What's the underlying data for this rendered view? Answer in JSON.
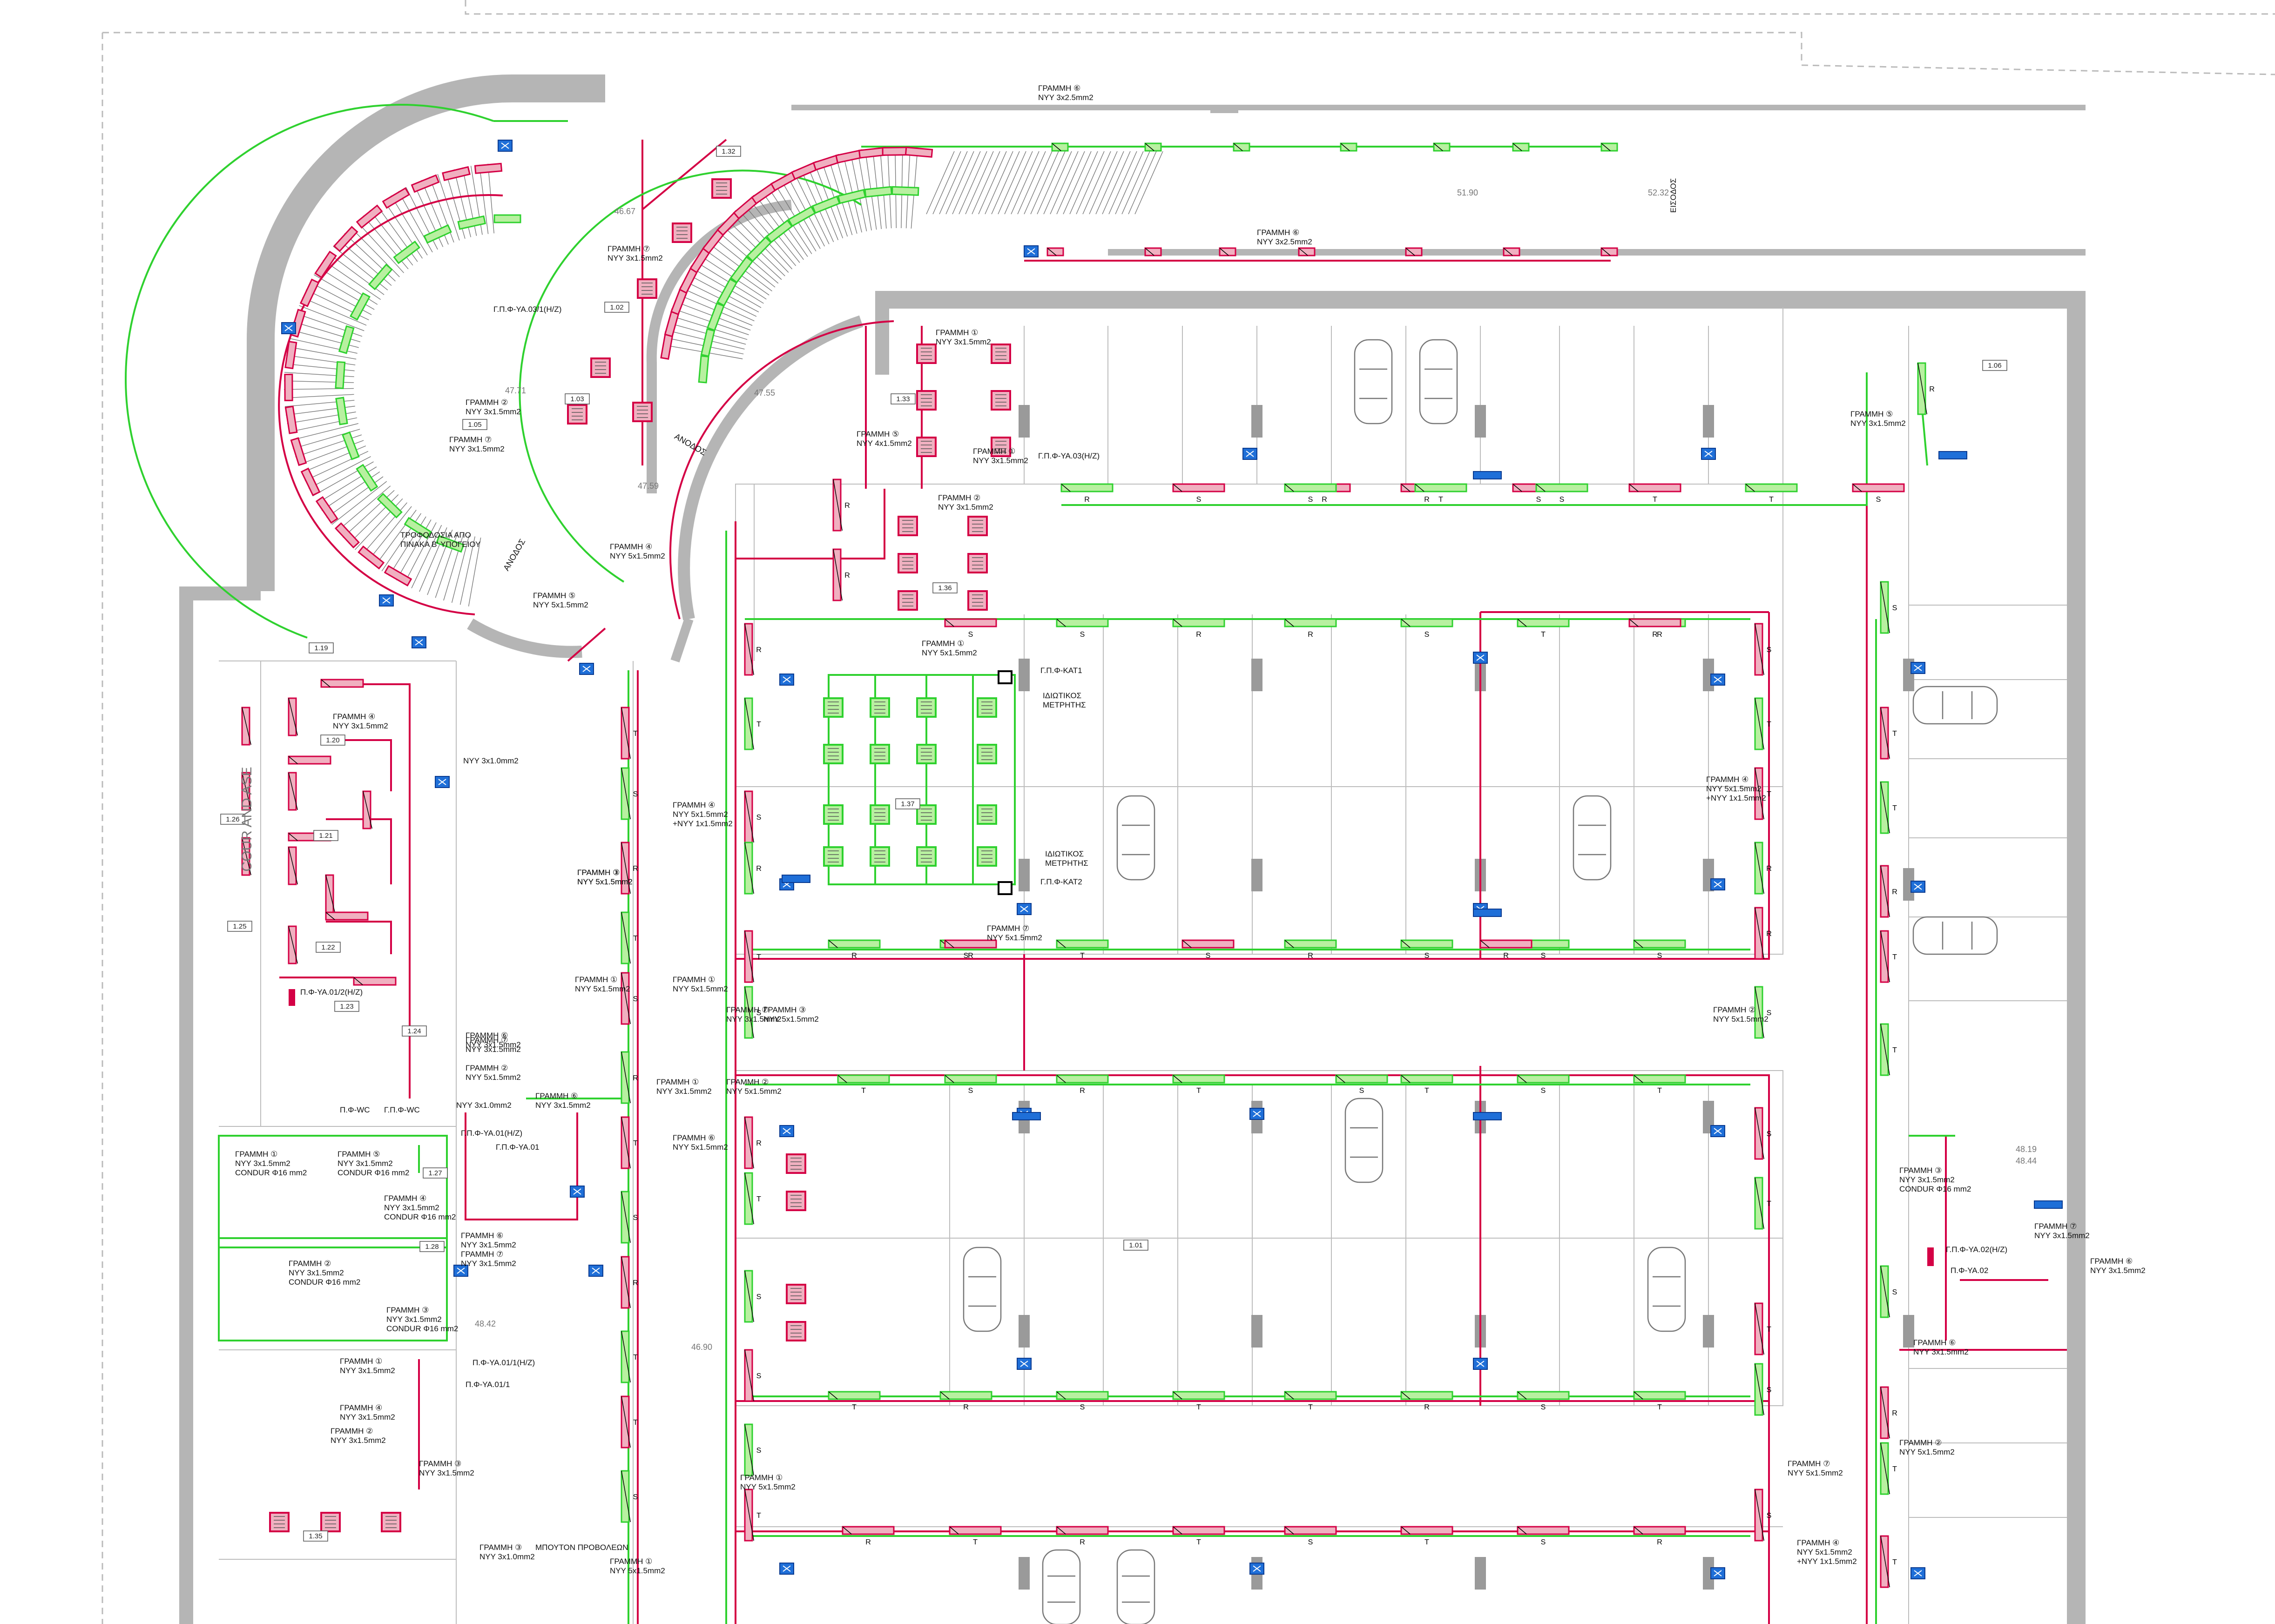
{
  "colors": {
    "wall": "#a9a9a9",
    "circuit_red": "#d40045",
    "circuit_green": "#2fd12f",
    "fixture_red_fill": "#f0b0c0",
    "fixture_green_fill": "#b8f0a0",
    "detector_blue": "#1f6fd8",
    "line_gray": "#9a9a9a"
  },
  "labels": {
    "entrance": "ΕΙΣΟΔΟΣ",
    "ramp_up": "ΑΝΟΔΟΣ",
    "ramp_up_2": "ΑΝΟΔΟΣ",
    "feed_note_1": "ΤΡΟΦΟΔΟΣΙΑ ΑΠΟ",
    "feed_note_2": "ΠΙΝΑΚΑ Β' ΥΠΟΓΕΙΟΥ",
    "meter_1a": "ΙΔΙΩΤΙΚΟΣ",
    "meter_1b": "ΜΕΤΡΗΤΗΣ",
    "meter_2a": "ΙΔΙΩΤΙΚΟΣ",
    "meter_2b": "ΜΕΤΡΗΤΗΣ",
    "button": "ΜΠΟΥΤΟΝ ΠΡΟΒΟΛΕΩΝ",
    "corridor": "COUR AND ASE"
  },
  "panels": [
    {
      "id": "p1",
      "text": "Γ.Π.Φ-ΥΑ.03/1(Η/Ζ)"
    },
    {
      "id": "p2",
      "text": "Γ.Π.Φ-ΥΑ.03(Η/Ζ)"
    },
    {
      "id": "p3",
      "text": "Γ.Π.Φ-ΚΑΤ1"
    },
    {
      "id": "p4",
      "text": "Γ.Π.Φ-ΚΑΤ2"
    },
    {
      "id": "p5",
      "text": "Π.Φ-ΥΑ.01/2(Η/Ζ)"
    },
    {
      "id": "p6",
      "text": "Π.Φ-WC"
    },
    {
      "id": "p7",
      "text": "Γ.Π.Φ-WC"
    },
    {
      "id": "p8",
      "text": "Γ.Π.Φ-ΥΑ.01(Η/Ζ)"
    },
    {
      "id": "p9",
      "text": "Γ.Π.Φ-ΥΑ.01"
    },
    {
      "id": "p10",
      "text": "Π.Φ-ΥΑ.01/1(Η/Ζ)"
    },
    {
      "id": "p11",
      "text": "Π.Φ-ΥΑ.01/1"
    },
    {
      "id": "p12",
      "text": "Γ.Π.Φ-ΥΑ.02(Η/Ζ)"
    },
    {
      "id": "p13",
      "text": "Π.Φ-ΥΑ.02"
    }
  ],
  "circuits": [
    {
      "id": "c1",
      "line": "ΓΡΑΜΜΗ ⑥",
      "cable": "NYY 3x2.5mm2"
    },
    {
      "id": "c2",
      "line": "ΓΡΑΜΜΗ ⑥",
      "cable": "NYY 3x2.5mm2"
    },
    {
      "id": "c3",
      "line": "ΓΡΑΜΜΗ ⑦",
      "cable": "NYY 3x1.5mm2"
    },
    {
      "id": "c4",
      "line": "ΓΡΑΜΜΗ ②",
      "cable": "NYY 3x1.5mm2"
    },
    {
      "id": "c5",
      "line": "ΓΡΑΜΜΗ ⑦",
      "cable": "NYY 3x1.5mm2"
    },
    {
      "id": "c6",
      "line": "ΓΡΑΜΜΗ ④",
      "cable": "NYY 5x1.5mm2"
    },
    {
      "id": "c7",
      "line": "ΓΡΑΜΜΗ ⑤",
      "cable": "NYY 5x1.5mm2"
    },
    {
      "id": "c8",
      "line": "ΓΡΑΜΜΗ ①",
      "cable": "NYY 3x1.5mm2"
    },
    {
      "id": "c9",
      "line": "ΓΡΑΜΜΗ ⑤",
      "cable": "NYY 4x1.5mm2"
    },
    {
      "id": "c10",
      "line": "ΓΡΑΜΜΗ ①",
      "cable": "NYY 3x1.5mm2"
    },
    {
      "id": "c11",
      "line": "ΓΡΑΜΜΗ ②",
      "cable": "NYY 3x1.5mm2"
    },
    {
      "id": "c12",
      "line": "ΓΡΑΜΜΗ ①",
      "cable": "NYY 5x1.5mm2"
    },
    {
      "id": "c13",
      "line": "ΓΡΑΜΜΗ ⑤",
      "cable": "NYY 3x1.5mm2"
    },
    {
      "id": "c14",
      "line": "ΓΡΑΜΜΗ ④",
      "cable": "NYY 3x1.5mm2"
    },
    {
      "id": "c15",
      "line": "",
      "cable": "NYY 3x1.0mm2"
    },
    {
      "id": "c16",
      "line": "ΓΡΑΜΜΗ ④",
      "cable": "NYY 5x1.5mm2",
      "cable2": "+NYY 1x1.5mm2"
    },
    {
      "id": "c17",
      "line": "ΓΡΑΜΜΗ ④",
      "cable": "NYY 5x1.5mm2",
      "cable2": "+NYY 1x1.5mm2"
    },
    {
      "id": "c18",
      "line": "ΓΡΑΜΜΗ ①",
      "cable": "NYY 5x1.5mm2"
    },
    {
      "id": "c19",
      "line": "ΓΡΑΜΜΗ ①",
      "cable": "NYY 5x1.5mm2"
    },
    {
      "id": "c20",
      "line": "ΓΡΑΜΜΗ ②",
      "cable": "NYY 5x1.5mm2"
    },
    {
      "id": "c21",
      "line": "ΓΡΑΜΜΗ ⑦",
      "cable": "NYY 3x1.5mm2"
    },
    {
      "id": "c22",
      "line": "ΓΡΑΜΜΗ ①",
      "cable": "NYY 3x1.5mm2"
    },
    {
      "id": "c23",
      "line": "ΓΡΑΜΜΗ ⑥",
      "cable": "NYY 5x1.5mm2"
    },
    {
      "id": "c24",
      "line": "ΓΡΑΜΜΗ ②",
      "cable": "NYY 5x1.5mm2"
    },
    {
      "id": "c25",
      "line": "ΓΡΑΜΜΗ ①",
      "cable": "NYY 5x1.5mm2"
    },
    {
      "id": "c26",
      "line": "ΓΡΑΜΜΗ ③",
      "cable": "NYY 5x1.5mm2"
    },
    {
      "id": "c27",
      "line": "ΓΡΑΜΜΗ ③",
      "cable": "NYY 5x1.5mm2"
    },
    {
      "id": "c28",
      "line": "ΓΡΑΜΜΗ ⑥",
      "cable": "NYY 3x1.5mm2"
    },
    {
      "id": "c29",
      "line": "ΓΡΑΜΜΗ ⑦",
      "cable": "NYY 3x1.5mm2"
    },
    {
      "id": "c30",
      "line": "ΓΡΑΜΜΗ ②",
      "cable": "NYY 5x1.5mm2"
    },
    {
      "id": "c31",
      "line": "ΓΡΑΜΜΗ ⑦",
      "cable": "NYY 5x1.5mm2"
    },
    {
      "id": "c32",
      "line": "",
      "cable": "NYY 3x1.0mm2"
    },
    {
      "id": "c33",
      "line": "ΓΡΑΜΜΗ ⑥",
      "cable": "NYY 3x1.5mm2"
    },
    {
      "id": "c34",
      "line": "ΓΡΑΜΜΗ ①",
      "cable": "NYY 3x1.5mm2",
      "cable2": "CONDUR Φ16 mm2"
    },
    {
      "id": "c35",
      "line": "ΓΡΑΜΜΗ ⑤",
      "cable": "NYY 3x1.5mm2",
      "cable2": "CONDUR Φ16 mm2"
    },
    {
      "id": "c36",
      "line": "ΓΡΑΜΜΗ ④",
      "cable": "NYY 3x1.5mm2",
      "cable2": "CONDUR Φ16 mm2"
    },
    {
      "id": "c37",
      "line": "ΓΡΑΜΜΗ ⑥",
      "cable": "NYY 3x1.5mm2"
    },
    {
      "id": "c38",
      "line": "ΓΡΑΜΜΗ ⑦",
      "cable": "NYY 3x1.5mm2"
    },
    {
      "id": "c39",
      "line": "ΓΡΑΜΜΗ ②",
      "cable": "NYY 3x1.5mm2",
      "cable2": "CONDUR Φ16 mm2"
    },
    {
      "id": "c40",
      "line": "ΓΡΑΜΜΗ ③",
      "cable": "NYY 3x1.5mm2",
      "cable2": "CONDUR Φ16 mm2"
    },
    {
      "id": "c41",
      "line": "ΓΡΑΜΜΗ ①",
      "cable": "NYY 3x1.5mm2"
    },
    {
      "id": "c42",
      "line": "ΓΡΑΜΜΗ ④",
      "cable": "NYY 3x1.5mm2"
    },
    {
      "id": "c43",
      "line": "ΓΡΑΜΜΗ ②",
      "cable": "NYY 3x1.5mm2"
    },
    {
      "id": "c44",
      "line": "ΓΡΑΜΜΗ ③",
      "cable": "NYY 3x1.5mm2"
    },
    {
      "id": "c45",
      "line": "ΓΡΑΜΜΗ ③",
      "cable": "NYY 3x1.0mm2"
    },
    {
      "id": "c46",
      "line": "ΓΡΑΜΜΗ ①",
      "cable": "NYY 5x1.5mm2"
    },
    {
      "id": "c47",
      "line": "ΓΡΑΜΜΗ ①",
      "cable": "NYY 5x1.5mm2"
    },
    {
      "id": "c48",
      "line": "ΓΡΑΜΜΗ ⑦",
      "cable": "NYY 5x1.5mm2"
    },
    {
      "id": "c49",
      "line": "ΓΡΑΜΜΗ ③",
      "cable": "NYY 3x1.5mm2",
      "cable2": "CONDUR Φ16 mm2"
    },
    {
      "id": "c50",
      "line": "ΓΡΑΜΜΗ ⑦",
      "cable": "NYY 3x1.5mm2"
    },
    {
      "id": "c51",
      "line": "ΓΡΑΜΜΗ ⑥",
      "cable": "NYY 3x1.5mm2"
    },
    {
      "id": "c52",
      "line": "ΓΡΑΜΜΗ ②",
      "cable": "NYY 5x1.5mm2"
    },
    {
      "id": "c53",
      "line": "ΓΡΑΜΜΗ ④",
      "cable": "NYY 5x1.5mm2",
      "cable2": "+NYY 1x1.5mm2"
    },
    {
      "id": "c54",
      "line": "ΓΡΑΜΜΗ ⑥",
      "cable": "NYY 3x1.5mm2"
    }
  ],
  "rooms": [
    "1.32",
    "1.02",
    "1.03",
    "1.05",
    "1.33",
    "1.36",
    "1.37",
    "1.19",
    "1.20",
    "1.26",
    "1.21",
    "1.25",
    "1.22",
    "1.23",
    "1.24",
    "1.27",
    "1.28",
    "1.01",
    "1.35",
    "1.06"
  ],
  "levels": [
    "46.67",
    "47.71",
    "47.55",
    "47.59",
    "51.90",
    "52.32",
    "48.42",
    "46.90",
    "48.19",
    "48.44"
  ],
  "fixture_letters": [
    "S",
    "T",
    "R"
  ]
}
